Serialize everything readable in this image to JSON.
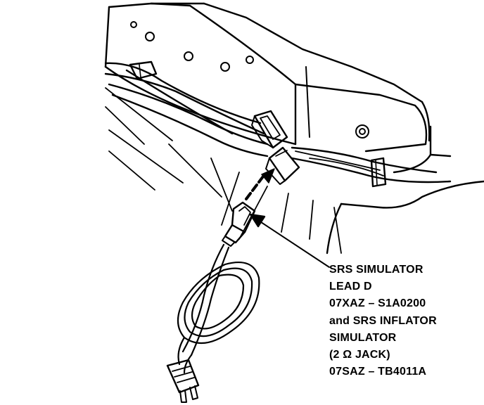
{
  "callout": {
    "line1": "SRS SIMULATOR",
    "line2": "LEAD D",
    "line3": "07XAZ – S1A0200",
    "line4": "and SRS INFLATOR",
    "line5": "SIMULATOR",
    "line6": "(2 Ω JACK)",
    "line7": "07SAZ – TB4011A"
  },
  "colors": {
    "ink": "#000000",
    "paper": "#ffffff"
  }
}
